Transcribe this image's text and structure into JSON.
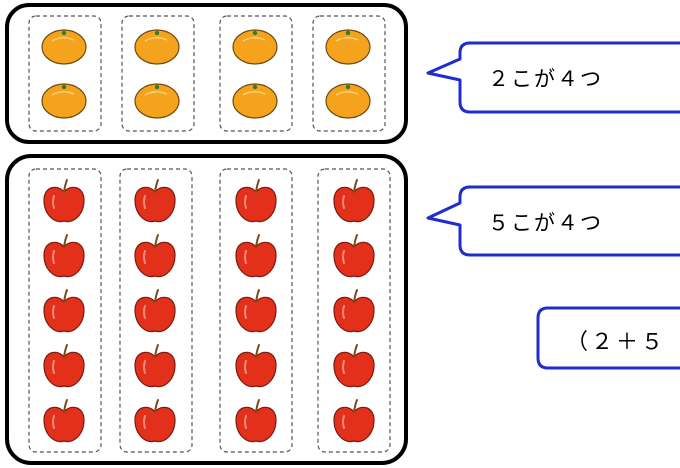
{
  "scene": {
    "groups": [
      {
        "fruit": "orange-icon",
        "columns": 4,
        "items_per_column": 2,
        "speech": "２こが４つ"
      },
      {
        "fruit": "apple-icon",
        "columns": 4,
        "items_per_column": 5,
        "speech": "５こが４つ"
      }
    ],
    "expression": "（２＋５"
  },
  "colors": {
    "orange": "#F5A21C",
    "apple": "#E2301A",
    "bubble_border": "#1E2DCC",
    "frame_border": "#000000"
  }
}
